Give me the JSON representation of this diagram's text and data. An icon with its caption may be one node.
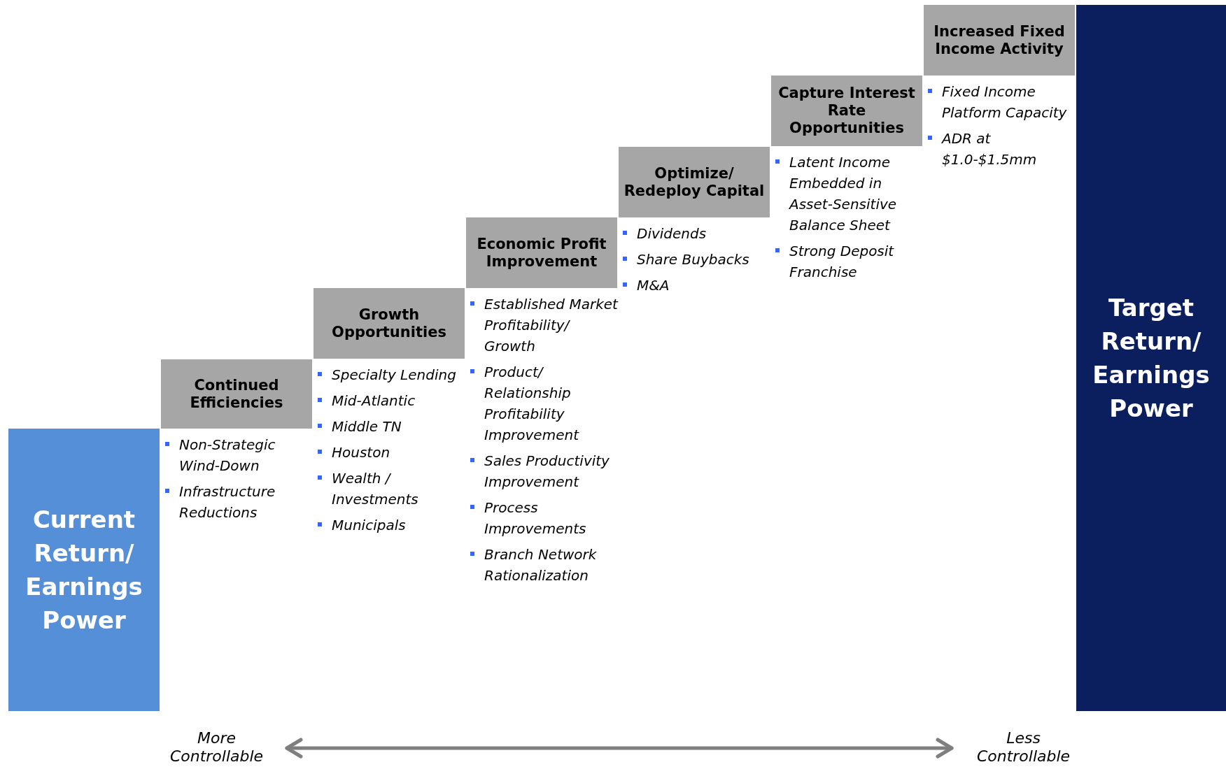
{
  "diagram": {
    "nodes": [
      {
        "text": [
          "Current Return/ Earnings Power"
        ]
      },
      {
        "text": [
          "Continued Efficiencies"
        ],
        "beside": [
          "Non-Strategic Wind-Down",
          "Infrastructure Reductions"
        ]
      },
      {
        "text": [
          "Growth Opportunities"
        ],
        "beside": [
          "Specialty Lending",
          "Mid-Atlantic",
          "Middle TN",
          "Houston",
          "Wealth / Investments",
          "Municipals"
        ]
      },
      {
        "text": [
          "Economic Profit Improvement"
        ],
        "beside": [
          "Established Market Profitability/ Growth",
          "Product/ Relationship Profitability Improvement",
          "Sales Productivity Improvement",
          "Process Improvements",
          "Branch Network Rationalization"
        ]
      },
      {
        "text": [
          "Optimize/ Redeploy Capital"
        ],
        "beside": [
          "Dividends",
          "Share Buybacks",
          "M&A"
        ]
      },
      {
        "text": [
          "Capture Interest Rate Opportunities"
        ],
        "beside": [
          "Latent Income Embedded in Asset-Sensitive Balance Sheet",
          "Strong Deposit Franchise"
        ]
      },
      {
        "text": [
          "Increased Fixed Income Activity"
        ],
        "beside": [
          "Fixed Income Platform Capacity",
          "ADR at $1.0-$1.5mm"
        ]
      },
      {
        "text": [
          "Target Return/ Earnings Power"
        ]
      }
    ],
    "labels": [
      "More Controllable",
      "Less Controllable"
    ]
  }
}
